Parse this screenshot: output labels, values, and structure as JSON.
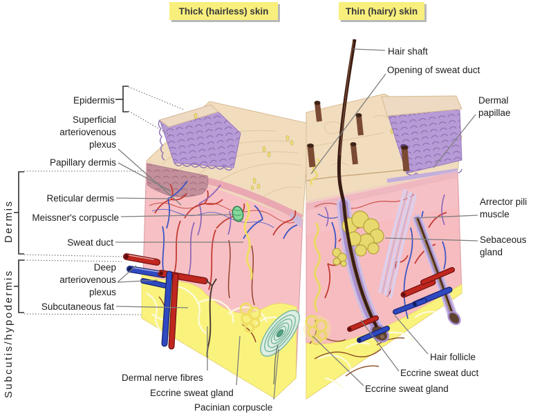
{
  "figure": {
    "type": "anatomical-diagram",
    "subject": "Human skin cross-section: thick vs thin skin"
  },
  "titles": {
    "thick": "Thick (hairless) skin",
    "thin": "Thin (hairy) skin"
  },
  "side_labels": {
    "dermis": "Dermis",
    "subcutis": "Subcutis/hypodermis"
  },
  "labels": {
    "epidermis": "Epidermis",
    "superficial_plexus": "Superficial\narteriovenous\nplexus",
    "papillary_dermis": "Papillary dermis",
    "reticular_dermis": "Reticular dermis",
    "meissners_corpuscle": "Meissner's corpuscle",
    "sweat_duct": "Sweat duct",
    "deep_plexus": "Deep\narteriovenous\nplexus",
    "subcutaneous_fat": "Subcutaneous fat",
    "hair_shaft": "Hair shaft",
    "opening_of_sweat_duct": "Opening of sweat duct",
    "dermal_papillae": "Dermal\npapillae",
    "arrector_pili": "Arrector pili\nmuscle",
    "sebaceous_gland": "Sebaceous\ngland",
    "hair_follicle": "Hair follicle",
    "eccrine_sweat_duct": "Eccrine sweat duct",
    "eccrine_sweat_gland_right": "Eccrine sweat gland",
    "dermal_nerve_fibres": "Dermal nerve fibres",
    "eccrine_sweat_gland_bottom": "Eccrine sweat gland",
    "pacinian_corpuscle": "Pacinian corpuscle"
  },
  "colors": {
    "label_box_bg": "#f9ef7d",
    "epidermis_surface": "#f1ddbe",
    "dermal_papillae_purple": "#b79bd6",
    "papillary_dermis_mauve": "#c28f9b",
    "dermis_pink": "#f7c0c4",
    "subcutaneous_fat_yellow": "#f9f37d",
    "artery_red": "#c0271f",
    "vein_blue": "#2f49c0",
    "nerve_purple": "#8a63b8",
    "hair_brown": "#3a1d14",
    "sebaceous_yellow": "#e8d96e",
    "pacinian_teal": "#79b8a0",
    "meissner_green": "#86d79c"
  }
}
